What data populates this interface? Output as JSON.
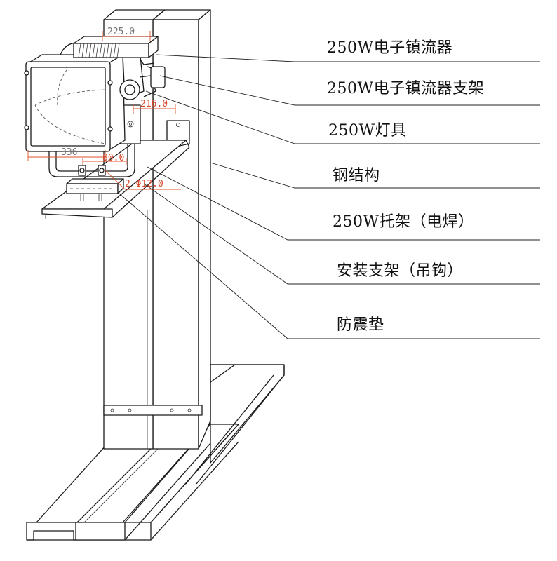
{
  "dimensions": {
    "d_225": "225.0",
    "d_216": "216.0",
    "d_336": "336",
    "d_80": "80.0",
    "d_hole": "2-Φ12.0"
  },
  "callouts": [
    {
      "id": "ballast",
      "text": "250W电子镇流器"
    },
    {
      "id": "ballast-bracket",
      "text": "250W电子镇流器支架"
    },
    {
      "id": "lamp",
      "text": "250W灯具"
    },
    {
      "id": "steel",
      "text": "钢结构"
    },
    {
      "id": "tray",
      "text": "250W托架（电焊）"
    },
    {
      "id": "hook",
      "text": "安装支架（吊钩）"
    },
    {
      "id": "pad",
      "text": "防震垫"
    }
  ]
}
